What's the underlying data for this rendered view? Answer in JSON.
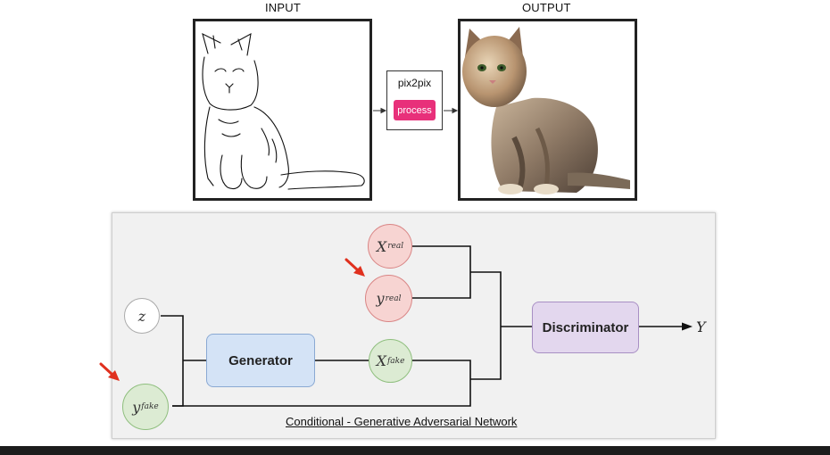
{
  "top": {
    "input_label": "INPUT",
    "output_label": "OUTPUT",
    "pix2pix_title": "pix2pix",
    "process_button": "process"
  },
  "gan": {
    "x_real": {
      "main": "X",
      "sub": "real"
    },
    "y_real": {
      "main": "y",
      "sub": "real"
    },
    "z": {
      "main": "z"
    },
    "x_fake": {
      "main": "X",
      "sub": "fake"
    },
    "y_fake": {
      "main": "y",
      "sub": "fake"
    },
    "generator": "Generator",
    "discriminator": "Discriminator",
    "output_symbol": "Y",
    "caption": "Conditional - Generative Adversarial Network"
  },
  "colors": {
    "process_button": "#e8307a",
    "real_node": "#f7d4d2",
    "fake_node": "#dcebd3",
    "generator": "#d4e3f6",
    "discriminator": "#e3d7ee",
    "annotation_arrow": "#e0301e"
  }
}
